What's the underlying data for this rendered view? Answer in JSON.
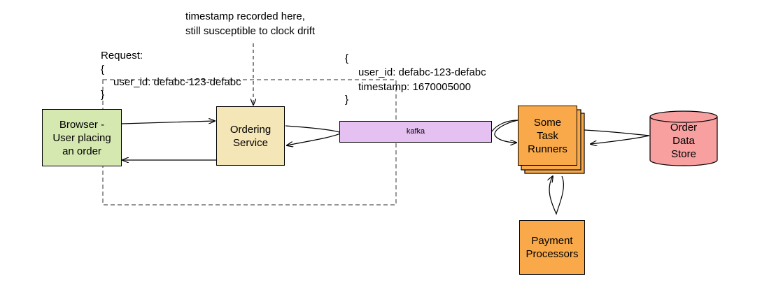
{
  "annotation": {
    "line1": "timestamp recorded here,",
    "line2": "still susceptible to clock drift"
  },
  "request": {
    "label": "Request:",
    "open_brace": "{",
    "field": "user_id: defabc-123-defabc",
    "close_brace": "}"
  },
  "event": {
    "open_brace": "{",
    "field1": "user_id: defabc-123-defabc",
    "field2": "timestamp: 1670005000",
    "close_brace": "}"
  },
  "nodes": {
    "browser": "Browser -\nUser placing\nan order",
    "ordering": "Ordering\nService",
    "kafka": "kafka",
    "runners": "Some\nTask\nRunners",
    "store": "Order\nData\nStore",
    "payment": "Payment\nProcessors"
  },
  "colors": {
    "browser_fill": "#d5e8b0",
    "ordering_fill": "#f5e6b8",
    "kafka_fill": "#e4c1f0",
    "runners_fill": "#f9a94a",
    "store_fill": "#f8a0a0",
    "payment_fill": "#f9a94a"
  }
}
